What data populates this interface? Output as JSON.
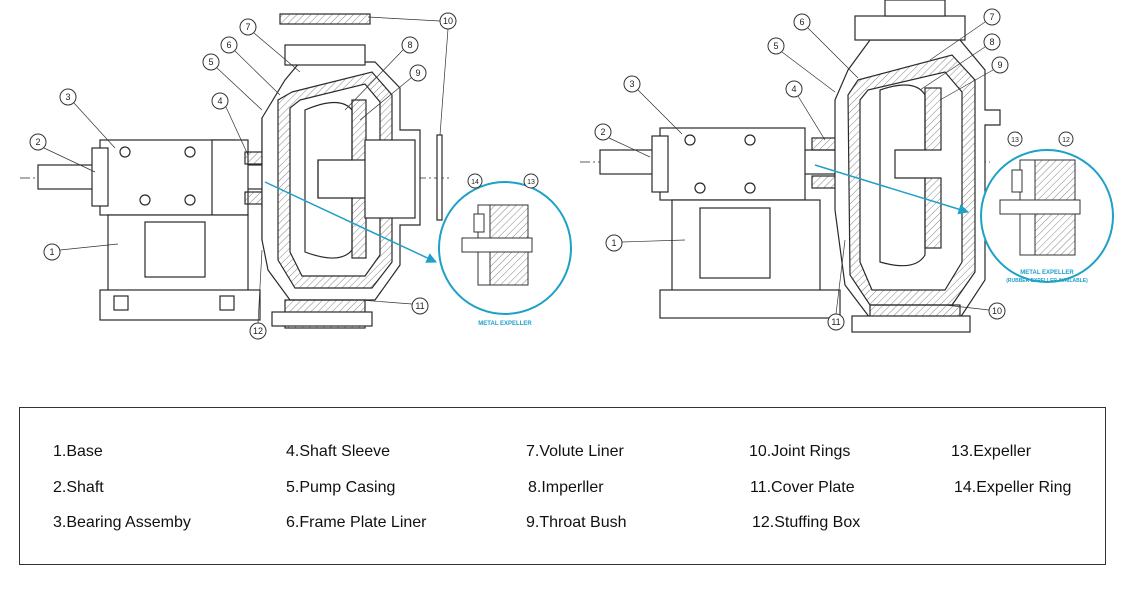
{
  "figure": {
    "left_detail_caption": "METAL EXPELLER",
    "right_detail_caption_1": "METAL EXPELLER",
    "right_detail_caption_2": "(RUBBER EXPELLER AVAILABLE)",
    "callouts_left": [
      "1",
      "2",
      "3",
      "4",
      "5",
      "6",
      "7",
      "8",
      "9",
      "10",
      "11",
      "12",
      "14",
      "13"
    ],
    "callouts_right": [
      "1",
      "2",
      "3",
      "4",
      "5",
      "6",
      "7",
      "8",
      "9",
      "10",
      "11",
      "13",
      "12"
    ],
    "colors": {
      "line": "#2a2a2a",
      "hatch": "#555555",
      "accent": "#1ea0c8",
      "fill": "#f4f4f4"
    }
  },
  "legend": {
    "items": [
      "1.Base",
      "2.Shaft",
      "3.Bearing Assemby",
      "4.Shaft Sleeve",
      "5.Pump Casing",
      "6.Frame Plate Liner",
      "7.Volute Liner",
      "8.Imperller",
      "9.Throat  Bush",
      "10.Joint Rings",
      "11.Cover Plate",
      "12.Stuffing Box",
      "13.Expeller",
      "14.Expeller Ring"
    ]
  }
}
